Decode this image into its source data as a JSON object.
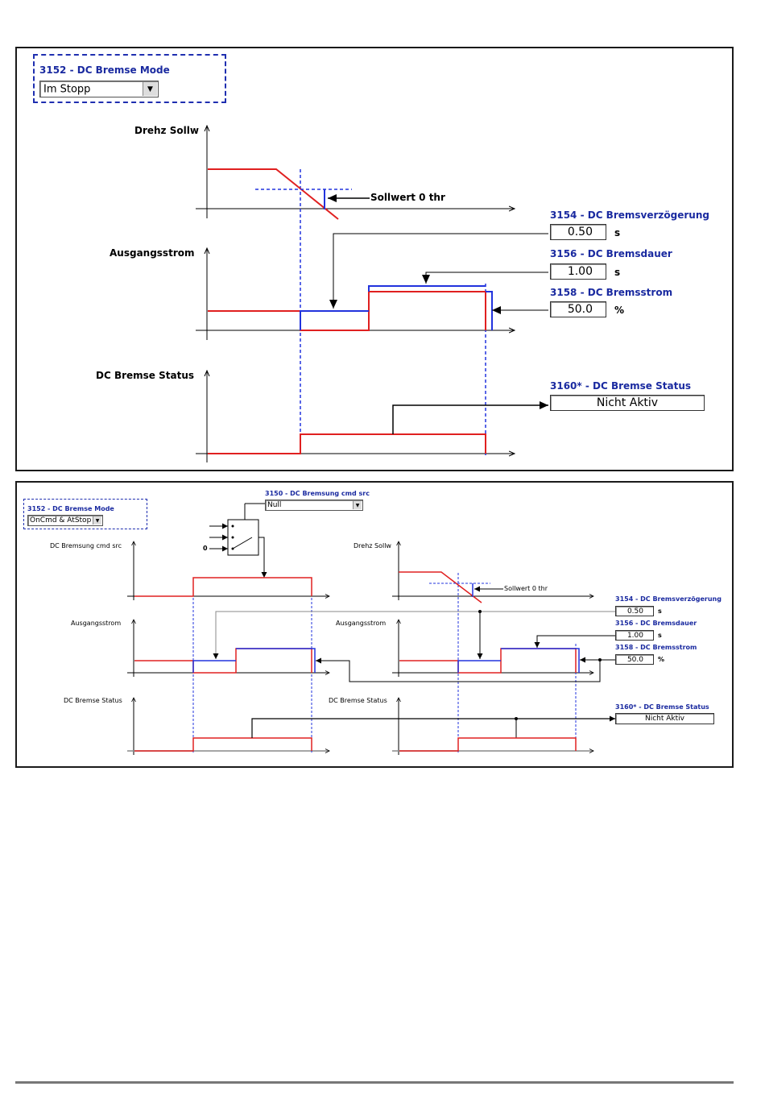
{
  "panel1": {
    "mode": {
      "title": "3152 - DC Bremse Mode",
      "value": "Im Stopp"
    },
    "labels": {
      "speed": "Drehz Sollw",
      "current": "Ausgangsstrom",
      "status": "DC Bremse Status",
      "threshold": "Sollwert 0 thr"
    },
    "params": [
      {
        "title": "3154 - DC Bremsverzögerung",
        "value": "0.50",
        "unit": "s"
      },
      {
        "title": "3156 - DC Bremsdauer",
        "value": "1.00",
        "unit": "s"
      },
      {
        "title": "3158 - DC Bremsstrom",
        "value": "50.0",
        "unit": "%"
      }
    ],
    "status": {
      "title": "3160* - DC Bremse Status",
      "value": "Nicht Aktiv"
    }
  },
  "panel2": {
    "mode": {
      "title": "3152 - DC Bremse Mode",
      "value": "OnCmd & AtStop"
    },
    "cmd_src": {
      "title": "3150 - DC Bremsung cmd src",
      "value": "Null"
    },
    "switch_input": "0",
    "labels": {
      "cmd": "DC Bremsung cmd src",
      "current_left": "Ausgangsstrom",
      "status_left": "DC Bremse Status",
      "speed": "Drehz Sollw",
      "current_right": "Ausgangsstrom",
      "status_right": "DC Bremse Status",
      "threshold": "Sollwert 0 thr"
    },
    "params": [
      {
        "title": "3154 - DC Bremsverzögerung",
        "value": "0.50",
        "unit": "s"
      },
      {
        "title": "3156 - DC Bremsdauer",
        "value": "1.00",
        "unit": "s"
      },
      {
        "title": "3158 - DC Bremsstrom",
        "value": "50.0",
        "unit": "%"
      }
    ],
    "status": {
      "title": "3160* - DC Bremse Status",
      "value": "Nicht Aktiv"
    }
  },
  "colors": {
    "signal": "#e02020",
    "parameter": "#1a2aa0",
    "marker": "#2233dd",
    "wire": "#000000",
    "frame": "#1a1a1a"
  }
}
